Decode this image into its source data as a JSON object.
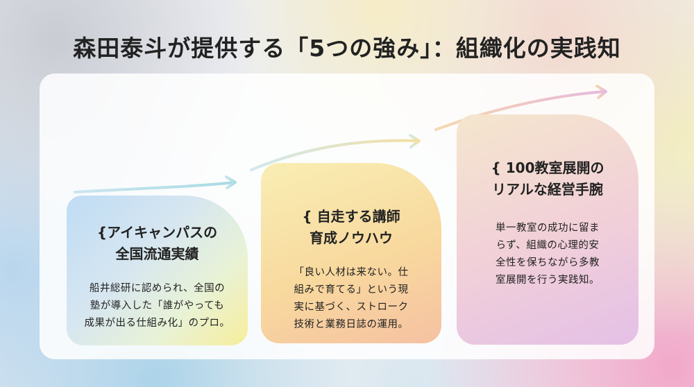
{
  "title": "森田泰斗が提供する「5つの強み」：組織化の実践知",
  "colors": {
    "arrow_start": "#bfe4ee",
    "arrow_end": "#e6b8dc"
  },
  "cards": [
    {
      "marker": "{",
      "heading_line1": "アイキャンパスの",
      "heading_line2": "全国流通実績",
      "body_line1": "船井総研に認められ、全国の",
      "body_line2": "塾が導入した「誰がやっても",
      "body_line3": "成果が出る仕組み化」のプロ。"
    },
    {
      "marker": "{",
      "heading_line1": "自走する講師",
      "heading_line2": "育成ノウハウ",
      "body_line1": "「良い人材は来ない。仕",
      "body_line2": "組みで育てる」という現",
      "body_line3": "実に基づく、ストローク",
      "body_line4": "技術と業務日誌の運用。"
    },
    {
      "marker": "{",
      "heading_line1": "100教室展開の",
      "heading_line2": "リアルな経営手腕",
      "body_line1": "単一教室の成功に留ま",
      "body_line2": "らず、組織の心理的安",
      "body_line3": "全性を保ちながら多教",
      "body_line4": "室展開を行う実践知。"
    }
  ]
}
